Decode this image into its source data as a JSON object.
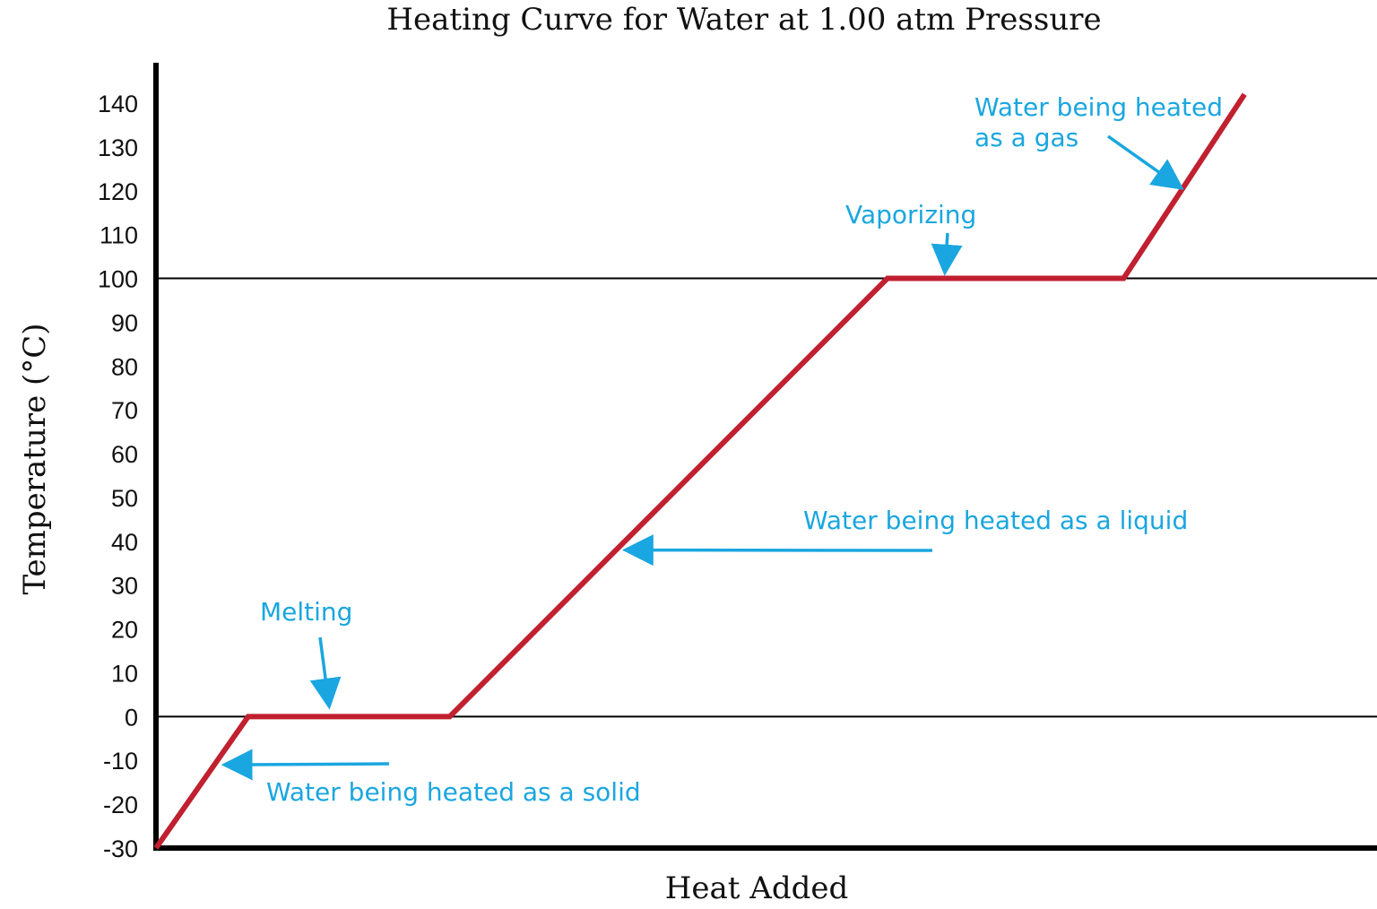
{
  "chart_data": {
    "type": "line",
    "title": "Heating Curve for Water at 1.00 atm Pressure",
    "xlabel": "Heat Added",
    "ylabel": "Temperature (°C)",
    "ylim": [
      -30,
      140
    ],
    "yticks": [
      -30,
      -20,
      -10,
      0,
      10,
      20,
      30,
      40,
      50,
      60,
      70,
      80,
      90,
      100,
      110,
      120,
      130,
      140
    ],
    "reference_lines": [
      0,
      100
    ],
    "series": [
      {
        "color": "#c0202f",
        "points": [
          {
            "x": 0,
            "y": -30
          },
          {
            "x": 8,
            "y": 0
          },
          {
            "x": 25.5,
            "y": 0
          },
          {
            "x": 63.5,
            "y": 100
          },
          {
            "x": 84,
            "y": 100
          },
          {
            "x": 94.5,
            "y": 142
          }
        ]
      }
    ],
    "annotations": [
      {
        "id": "solid",
        "lines": [
          "Water being heated as a solid"
        ],
        "target": {
          "x": 6.2,
          "y": -11
        }
      },
      {
        "id": "melting",
        "lines": [
          "Melting"
        ],
        "target": {
          "x": 15,
          "y": 3
        }
      },
      {
        "id": "liquid",
        "lines": [
          "Water being heated as a liquid"
        ],
        "target": {
          "x": 41,
          "y": 38
        }
      },
      {
        "id": "vaporizing",
        "lines": [
          "Vaporizing"
        ],
        "target": {
          "x": 68.5,
          "y": 102
        }
      },
      {
        "id": "gas",
        "lines": [
          "Water being heated",
          "as a gas"
        ],
        "target": {
          "x": 88.8,
          "y": 121
        }
      }
    ],
    "colors": {
      "curve": "#c0202f",
      "annotation": "#1aa6e0",
      "axis": "#000000"
    }
  }
}
